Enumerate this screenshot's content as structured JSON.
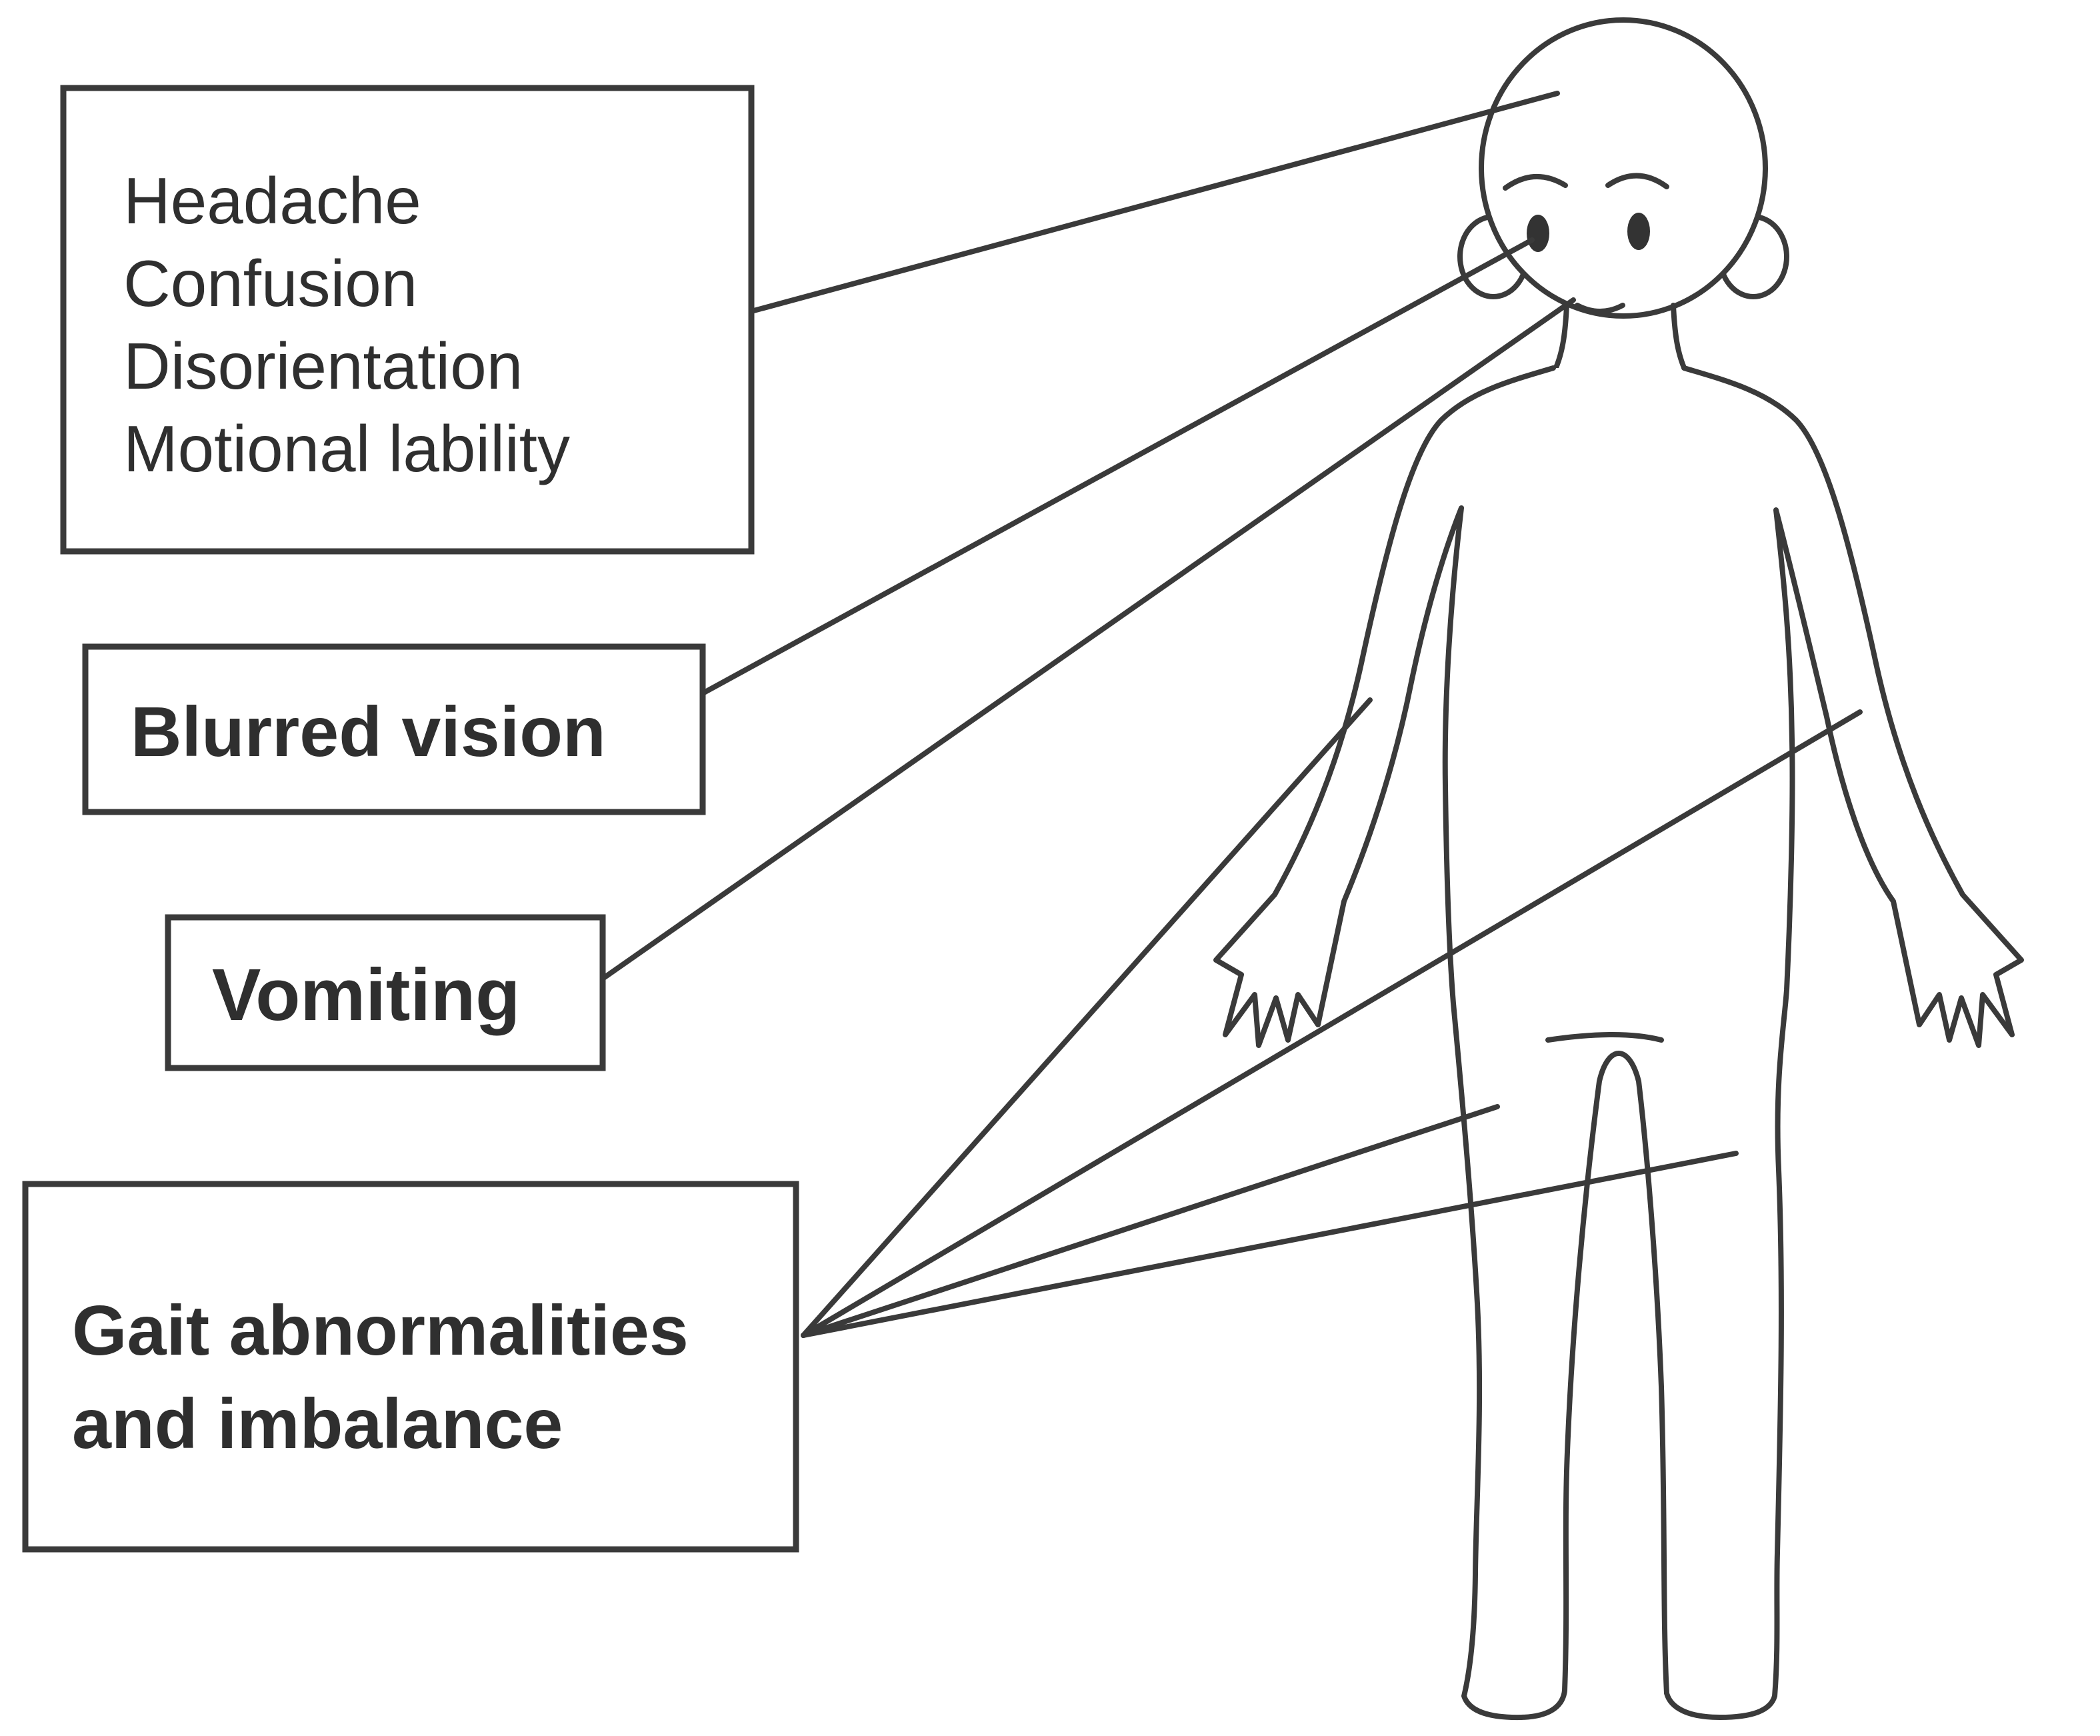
{
  "diagram": {
    "background_color": "#ffffff",
    "line_color": "#3a3a3a",
    "labels": {
      "head_symptoms": {
        "line1": "Headache",
        "line2": "Confusion",
        "line3": "Disorientation",
        "line4": "Motional lability"
      },
      "blurred_vision": "Blurred vision",
      "vomiting": "Vomiting",
      "gait": {
        "line1": "Gait abnormalities",
        "line2": "and imbalance"
      }
    },
    "figure": {
      "description": "Front-facing outline drawing of a body with facial features"
    }
  }
}
